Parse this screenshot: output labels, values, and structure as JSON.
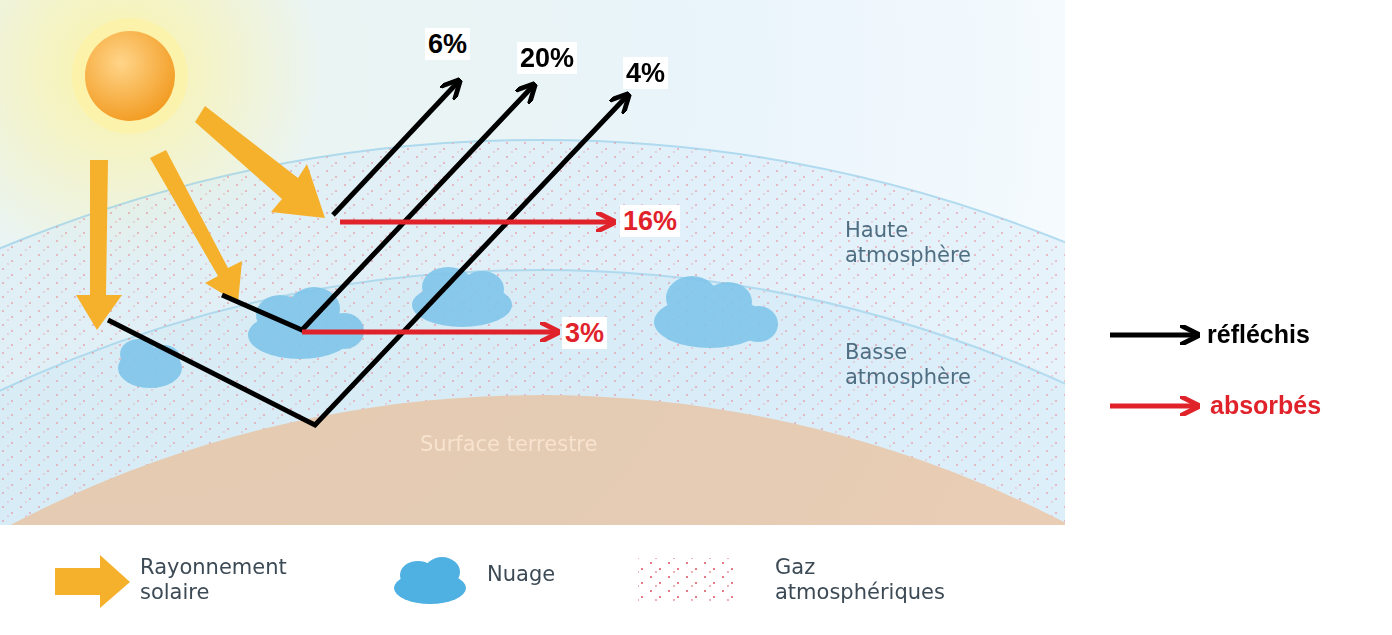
{
  "diagram": {
    "labels": [
      "6%",
      "20%",
      "4%",
      "16%",
      "3%",
      "Haute atmosphère",
      "Basse atmosphère",
      "Surface terrestre"
    ],
    "legend": [
      {
        "text": "réfléchis"
      },
      {
        "text": "absorbés"
      },
      {
        "text": "Rayonnement solaire"
      },
      {
        "text": "Nuage"
      },
      {
        "text": "Gaz atmosphériques"
      }
    ]
  }
}
